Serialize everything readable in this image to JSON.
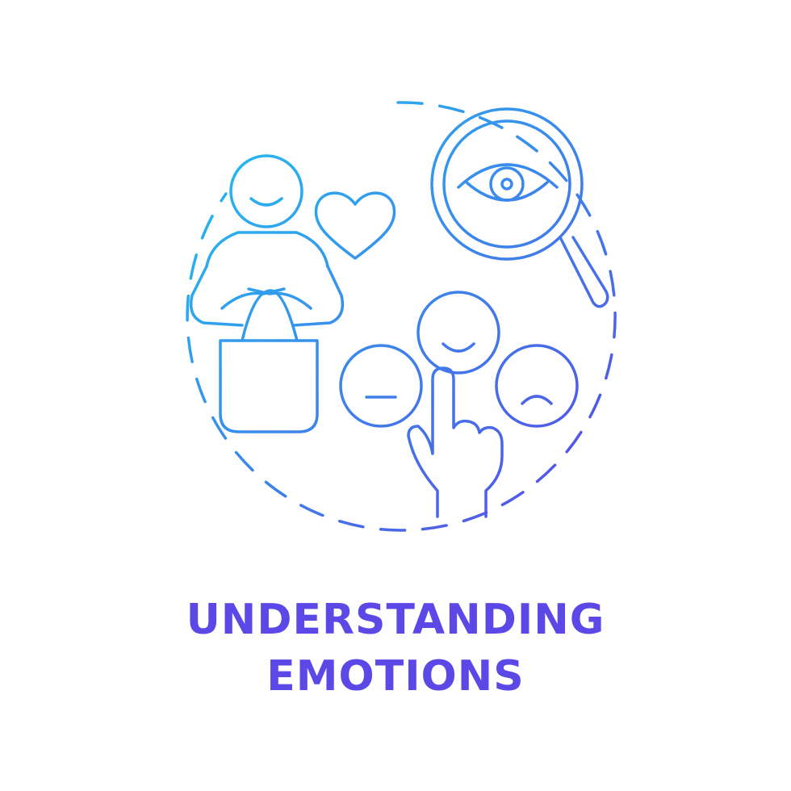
{
  "caption": {
    "line1": "UNDERSTANDING",
    "line2": "EMOTIONS"
  },
  "colors": {
    "gradient_start": "#1ec6f0",
    "gradient_end": "#5a46e5",
    "background": "#ffffff"
  },
  "icons": [
    "dashed-circle",
    "smiling-person-icon",
    "shopping-bag-icon",
    "heart-icon",
    "magnifier-eye-icon",
    "neutral-face-icon",
    "happy-face-icon",
    "sad-face-icon",
    "pointing-hand-icon"
  ]
}
